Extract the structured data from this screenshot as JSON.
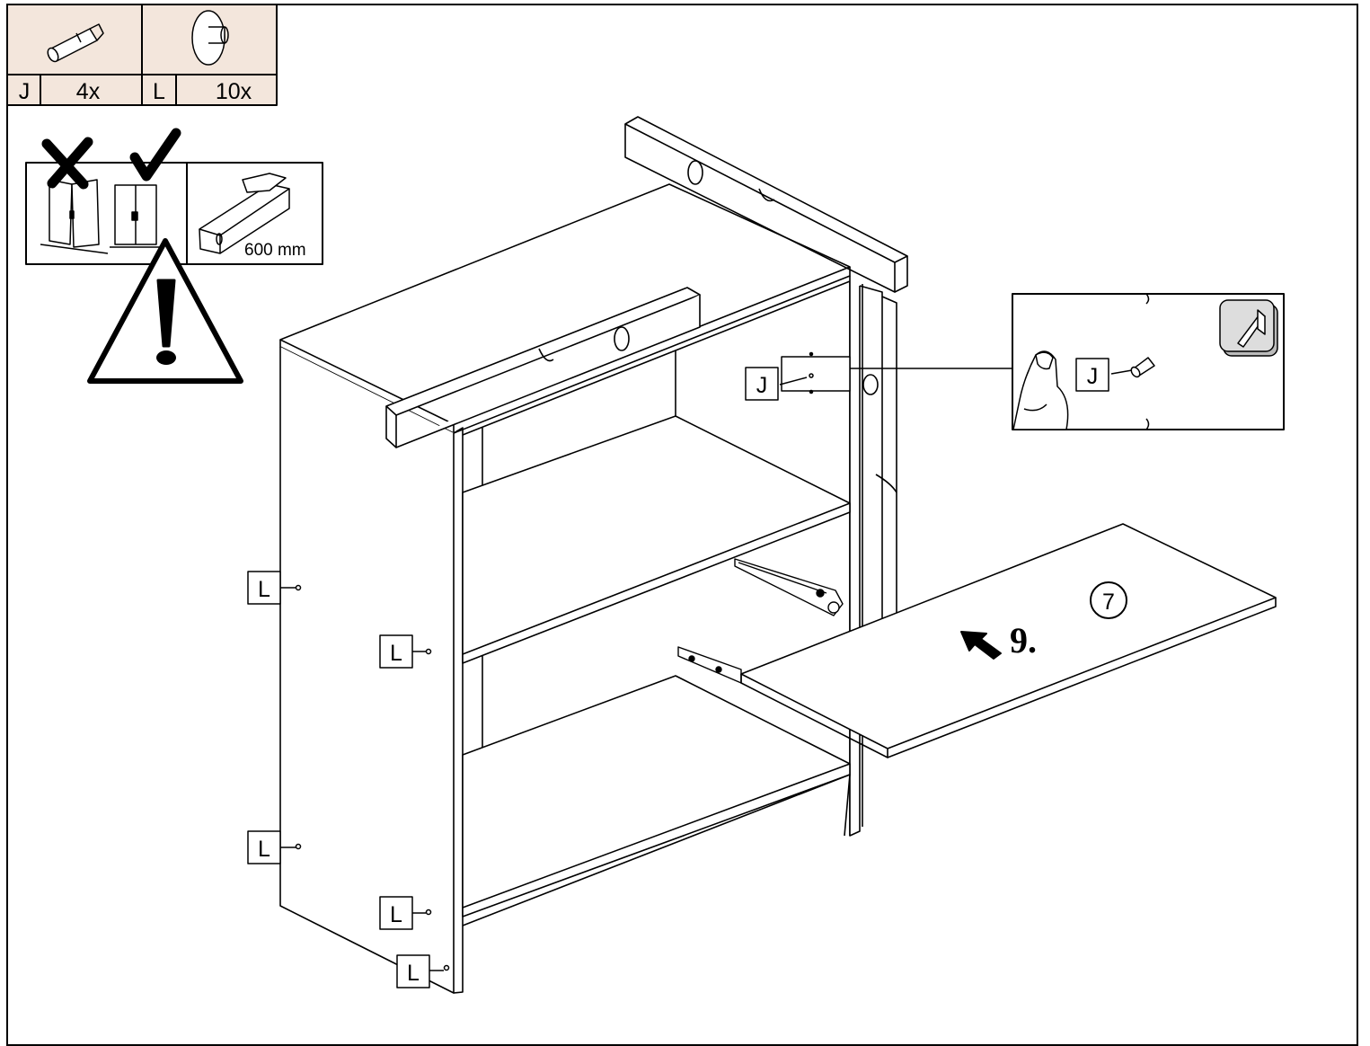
{
  "parts_table": {
    "parts": [
      {
        "letter": "J",
        "quantity": "4x",
        "icon": "dowel-pin-icon"
      },
      {
        "letter": "L",
        "quantity": "10x",
        "icon": "cam-bolt-cover-icon"
      }
    ],
    "header_background": "#f3e6dc"
  },
  "caution_panel": {
    "wrong_icon": "cross-mark-icon",
    "right_icon": "check-mark-icon",
    "measurement": "600 mm",
    "warning_icon": "exclamation-triangle-icon"
  },
  "step": {
    "number": "9.",
    "panel_number": "7"
  },
  "callouts": {
    "L": "L",
    "J": "J"
  }
}
